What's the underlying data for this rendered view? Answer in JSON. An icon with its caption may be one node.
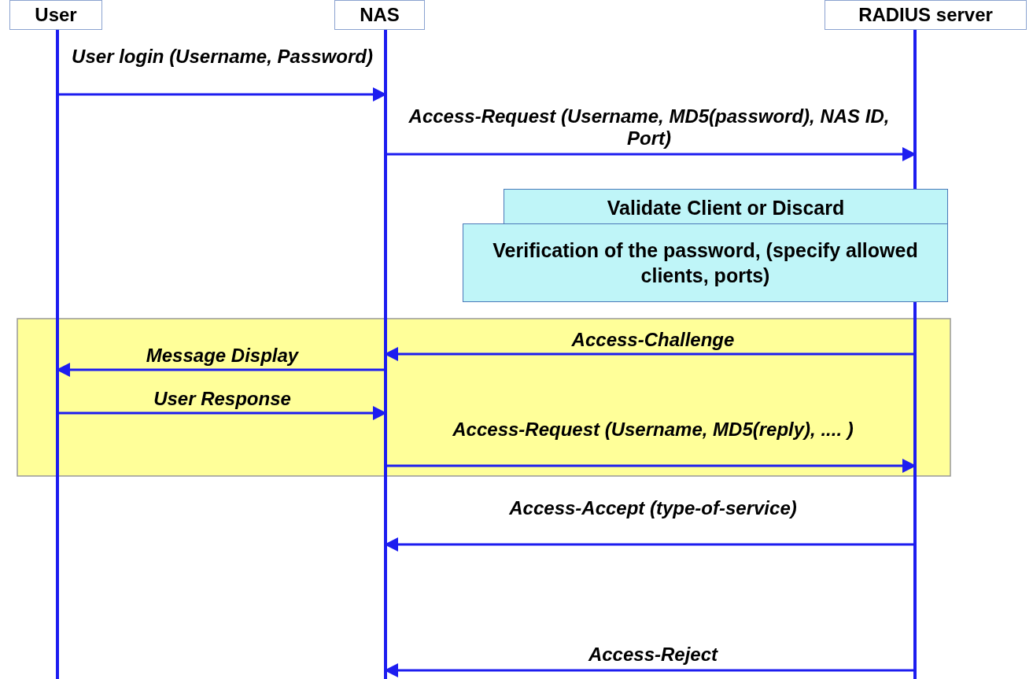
{
  "diagram": {
    "nodes": [
      {
        "text": [
          "User"
        ]
      },
      {
        "text": [
          "NAS"
        ]
      },
      {
        "text": [
          "RADIUS server"
        ]
      },
      {
        "text": [
          "Validate Client or Discard"
        ]
      },
      {
        "text": [
          "Verification of the password, (specify allowed clients, ports)"
        ]
      }
    ],
    "edges": [
      {
        "from": 0,
        "to": 1,
        "arrow": "to",
        "label": "User login (Username, Password)"
      },
      {
        "from": 1,
        "to": 2,
        "arrow": "to",
        "label": "Access-Request (Username, MD5(password), NAS ID, Port)"
      },
      {
        "from": 2,
        "to": 1,
        "arrow": "to",
        "label": "Access-Challenge"
      },
      {
        "from": 1,
        "to": 0,
        "arrow": "to",
        "label": "Message Display"
      },
      {
        "from": 0,
        "to": 1,
        "arrow": "to",
        "label": "User Response"
      },
      {
        "from": 1,
        "to": 2,
        "arrow": "to",
        "label": "Access-Request (Username, MD5(reply), .... )"
      },
      {
        "from": 2,
        "to": 1,
        "arrow": "to",
        "label": "Access-Accept (type-of-service)"
      },
      {
        "from": 2,
        "to": 1,
        "arrow": "to",
        "label": "Access-Reject"
      }
    ]
  }
}
